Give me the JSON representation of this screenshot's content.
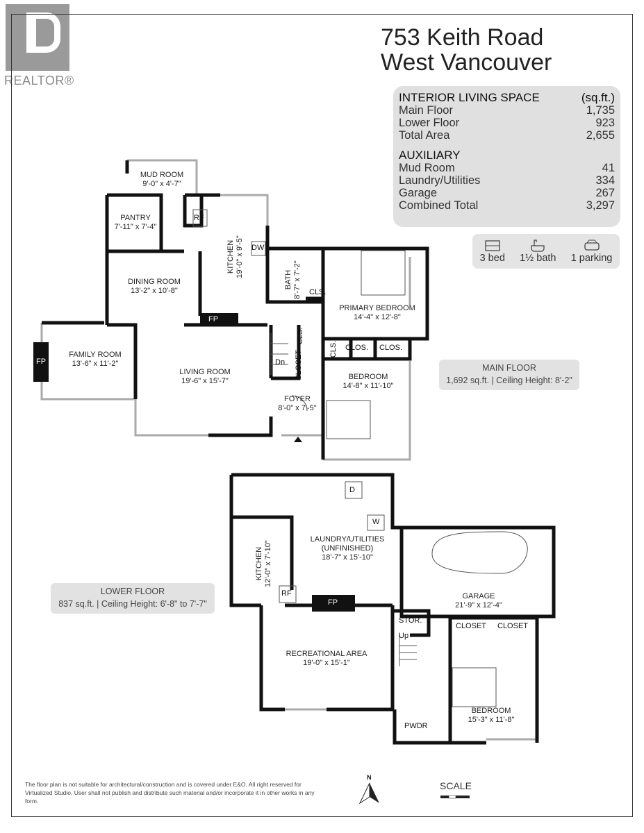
{
  "logo": {
    "text": "REALTOR®"
  },
  "title": {
    "line1": "753 Keith Road",
    "line2": "West Vancouver"
  },
  "interior": {
    "heading": "INTERIOR LIVING SPACE",
    "unit": "(sq.ft.)",
    "rows": [
      {
        "label": "Main Floor",
        "value": "1,735"
      },
      {
        "label": "Lower Floor",
        "value": "923"
      },
      {
        "label": "Total Area",
        "value": "2,655"
      }
    ]
  },
  "auxiliary": {
    "heading": "AUXILIARY",
    "rows": [
      {
        "label": "Mud Room",
        "value": "41"
      },
      {
        "label": "Laundry/Utilities",
        "value": "334"
      },
      {
        "label": "Garage",
        "value": "267"
      },
      {
        "label": "Combined Total",
        "value": "3,297"
      }
    ]
  },
  "features": [
    {
      "icon": "bed-icon",
      "label": "3 bed"
    },
    {
      "icon": "bathtub-icon",
      "label": "1½ bath"
    },
    {
      "icon": "car-icon",
      "label": "1 parking"
    }
  ],
  "main_floor": {
    "name": "MAIN FLOOR",
    "info": "1,692 sq.ft. | Ceiling Height: 8'-2\"",
    "rooms": {
      "mud": {
        "name": "MUD ROOM",
        "dim": "9'-0\" x 4'-7\""
      },
      "pantry": {
        "name": "PANTRY",
        "dim": "7'-11\" x 7'-4\""
      },
      "kitchen": {
        "name": "KITCHEN",
        "dim": "19'-0\" x 9'-5\""
      },
      "dining": {
        "name": "DINING ROOM",
        "dim": "13'-2\" x 10'-8\""
      },
      "bath": {
        "name": "BATH",
        "dim": "8'-7\" x 7'-2\""
      },
      "primary": {
        "name": "PRIMARY BEDROOM",
        "dim": "14'-4\" x 12'-8\""
      },
      "family": {
        "name": "FAMILY ROOM",
        "dim": "13'-6\" x 11'-2\""
      },
      "living": {
        "name": "LIVING ROOM",
        "dim": "19'-6\" x 15'-7\""
      },
      "bedroom": {
        "name": "BEDROOM",
        "dim": "14'-8\" x 11'-10\""
      },
      "foyer": {
        "name": "FOYER",
        "dim": "8'-0\" x 7'-5\""
      }
    },
    "marks": {
      "rf": "RF",
      "dw": "DW",
      "fp": "FP",
      "fp2": "FP",
      "cls1": "CLS.",
      "cls2": "CLS.",
      "cls3": "CLS.",
      "clos1": "CLOS.",
      "clos2": "CLOS.",
      "closet": "CLOSET",
      "dn": "Dn"
    }
  },
  "lower_floor": {
    "name": "LOWER FLOOR",
    "info": "837 sq.ft. | Ceiling Height: 6'-8\" to 7'-7\"",
    "rooms": {
      "laundry": {
        "name": "LAUNDRY/UTILITIES",
        "sub": "(UNFINISHED)",
        "dim": "18'-7\" x 15'-10\""
      },
      "kitchen": {
        "name": "KITCHEN",
        "dim": "12'-0\" x 7'-10\""
      },
      "garage": {
        "name": "GARAGE",
        "dim": "21'-9\" x 12'-4\""
      },
      "rec": {
        "name": "RECREATIONAL AREA",
        "dim": "19'-0\" x 15'-1\""
      },
      "bedroom": {
        "name": "BEDROOM",
        "dim": "15'-3\" x 11'-8\""
      }
    },
    "marks": {
      "d": "D",
      "w": "W",
      "rf": "RF",
      "fp": "FP",
      "stor": "STOR.",
      "up": "Up",
      "closet1": "CLOSET",
      "closet2": "CLOSET",
      "pwdr": "PWDR"
    }
  },
  "footer": {
    "disclaimer": "The floor plan is not suitable for architectural/construction and is covered under E&O. All right reserved for Virtualized Studio. User shall not publish and distribute such material and/or incorporate it in other works in any form.",
    "north": "N",
    "scale": "SCALE"
  }
}
